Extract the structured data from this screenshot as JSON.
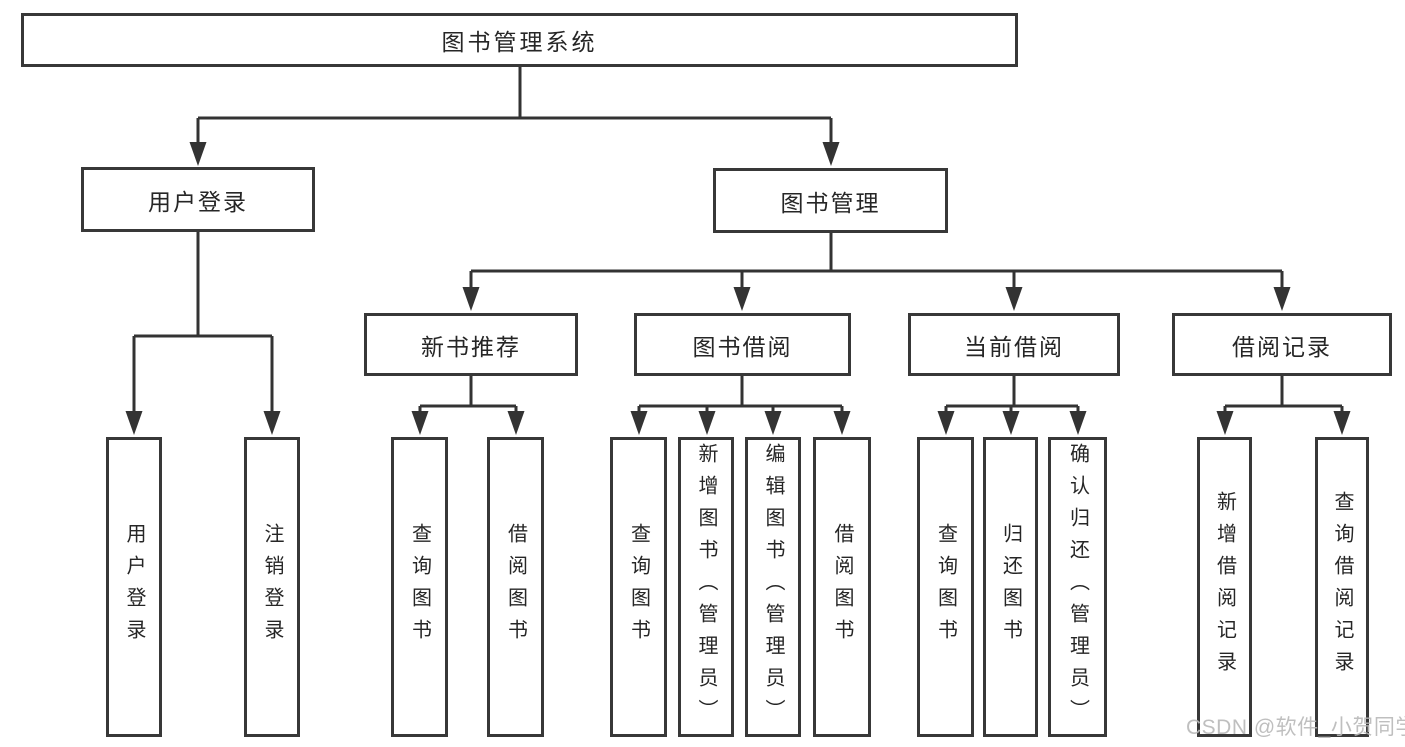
{
  "nodes": {
    "root": {
      "label": "图书管理系统"
    },
    "user_login": {
      "label": "用户登录"
    },
    "book_management": {
      "label": "图书管理"
    },
    "new_book_recommend": {
      "label": "新书推荐"
    },
    "book_borrow": {
      "label": "图书借阅"
    },
    "current_borrow": {
      "label": "当前借阅"
    },
    "borrow_records": {
      "label": "借阅记录"
    },
    "leaf_user_login": {
      "label": "用户登录"
    },
    "leaf_logout": {
      "label": "注销登录"
    },
    "leaf_nb_query_books": {
      "label": "查询图书"
    },
    "leaf_nb_borrow_books": {
      "label": "借阅图书"
    },
    "leaf_bb_query_books": {
      "label": "查询图书"
    },
    "leaf_bb_add_books": {
      "label": "新增图书（管理员）"
    },
    "leaf_bb_edit_books": {
      "label": "编辑图书（管理员）"
    },
    "leaf_bb_borrow_books": {
      "label": "借阅图书"
    },
    "leaf_cb_query_books": {
      "label": "查询图书"
    },
    "leaf_cb_return_books": {
      "label": "归还图书"
    },
    "leaf_cb_confirm_return": {
      "label": "确认归还（管理员）"
    },
    "leaf_br_add_record": {
      "label": "新增借阅记录"
    },
    "leaf_br_query_record": {
      "label": "查询借阅记录"
    }
  },
  "watermark": {
    "text": "CSDN @软件_小贺同学",
    "color": "#b9b9b9"
  },
  "colors": {
    "line": "#333333",
    "box_border": "#383838",
    "box_fill": "#ffffff",
    "text": "#262626",
    "background": "#ffffff"
  }
}
